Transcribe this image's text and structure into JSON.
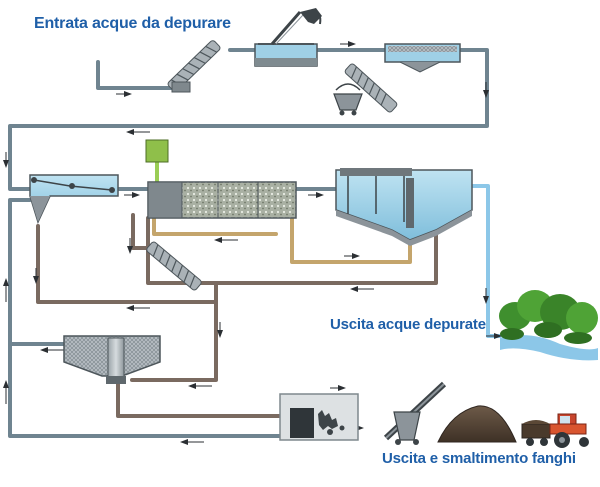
{
  "labels": {
    "inlet": "Entrata acque da depurare",
    "water_out": "Uscita acque depurate",
    "sludge_out": "Uscita e smaltimento fanghi"
  },
  "colors": {
    "label": "#1f5fa8",
    "main_pipe": "#6f8490",
    "sludge_pipe": "#7a6a60",
    "return_pipe": "#c4a56c",
    "clean_water": "#8cc7e8",
    "tank_water": "#9fd0e6",
    "equipment": "#8c949a",
    "aeration": "#9acd55",
    "tree": "#3f8f2e"
  },
  "icons": [
    "screw-conveyor-icon",
    "grab-crane-icon",
    "sludge-press-icon",
    "tractor-icon",
    "trees-icon",
    "flow-arrow-icon"
  ]
}
